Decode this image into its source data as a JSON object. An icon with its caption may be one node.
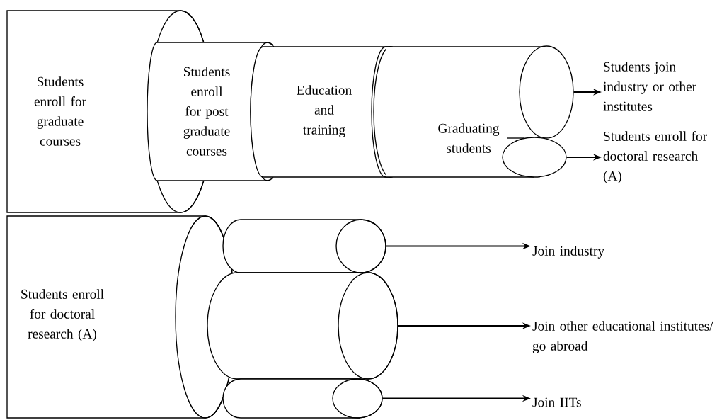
{
  "diagram": {
    "nodes": [
      {
        "text": [
          "Students enroll for graduate courses"
        ]
      },
      {
        "text": [
          "Students enroll for post graduate courses"
        ]
      },
      {
        "text": [
          "Education and training"
        ]
      },
      {
        "text": [
          "Graduating students"
        ]
      },
      {
        "text": [],
        "shape": "circle"
      },
      {
        "text": [],
        "shape": "circle"
      },
      {
        "text": [
          "Students join industry or other institutes"
        ]
      },
      {
        "text": [
          "Students enroll for doctoral research (A)"
        ]
      },
      {
        "text": [
          "Students enroll for doctoral research (A)"
        ]
      },
      {
        "text": [],
        "shape": "cylinder"
      },
      {
        "text": [],
        "shape": "cylinder"
      },
      {
        "text": [],
        "shape": "cylinder"
      },
      {
        "text": [
          "Join industry"
        ]
      },
      {
        "text": [
          "Join other educational institutes/ go abroad"
        ]
      },
      {
        "text": [
          "Join IITs"
        ]
      }
    ],
    "edges": [
      {
        "from": 4,
        "to": 6,
        "arrow": "to"
      },
      {
        "from": 5,
        "to": 7,
        "arrow": "to"
      },
      {
        "from": 9,
        "to": 12,
        "arrow": "to"
      },
      {
        "from": 10,
        "to": 13,
        "arrow": "to"
      },
      {
        "from": 11,
        "to": 14,
        "arrow": "to"
      }
    ]
  }
}
